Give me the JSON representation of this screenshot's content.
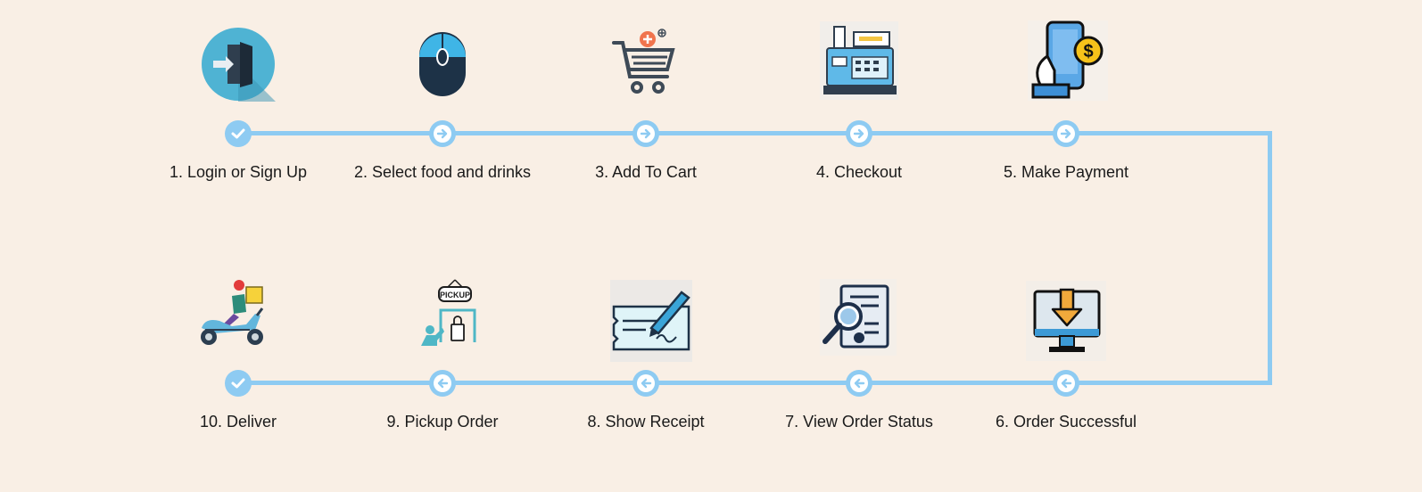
{
  "colors": {
    "background": "#f9efe5",
    "track": "#8ecbf2",
    "node_arrow": "#8ecbf2"
  },
  "steps": [
    {
      "label": "1. Login or Sign Up",
      "icon": "login-door-icon",
      "status": "done"
    },
    {
      "label": "2. Select food and drinks",
      "icon": "mouse-icon",
      "status": "next"
    },
    {
      "label": "3. Add To Cart",
      "icon": "cart-icon",
      "status": "next"
    },
    {
      "label": "4. Checkout",
      "icon": "cash-register-icon",
      "status": "next"
    },
    {
      "label": "5. Make Payment",
      "icon": "mobile-payment-icon",
      "status": "next"
    },
    {
      "label": "6. Order Successful",
      "icon": "download-monitor-icon",
      "status": "back"
    },
    {
      "label": "7. View Order Status",
      "icon": "document-search-icon",
      "status": "back"
    },
    {
      "label": "8. Show Receipt",
      "icon": "cheque-pen-icon",
      "status": "back"
    },
    {
      "label": "9. Pickup Order",
      "icon": "pickup-icon",
      "status": "back"
    },
    {
      "label": "10. Deliver",
      "icon": "scooter-delivery-icon",
      "status": "done"
    }
  ],
  "pickup_sign_text": "PICKUP"
}
